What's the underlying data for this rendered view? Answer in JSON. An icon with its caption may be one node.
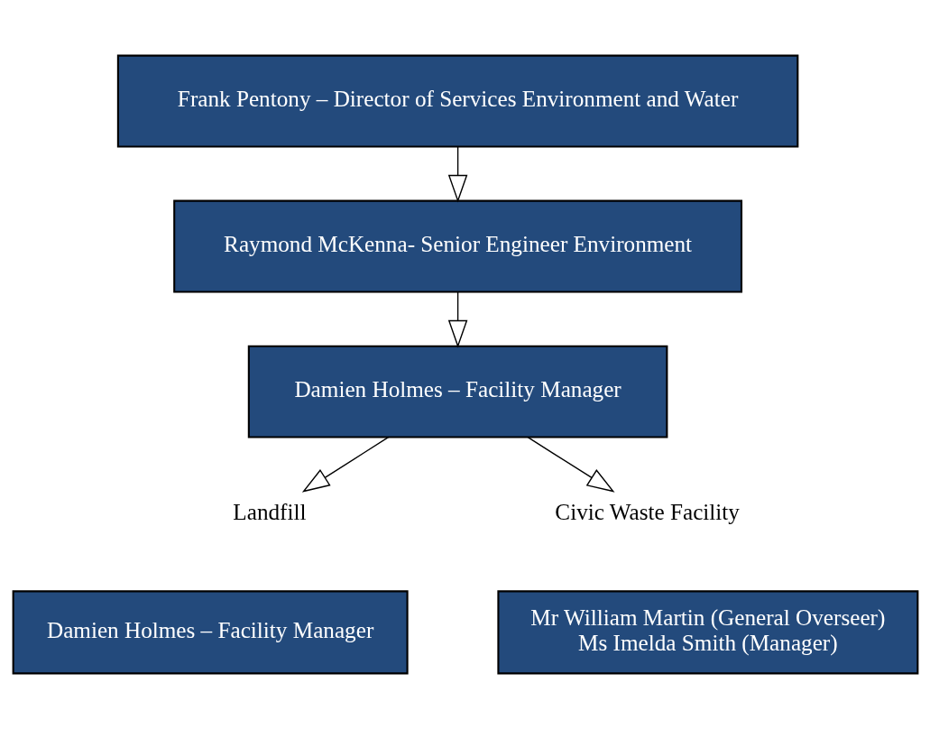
{
  "diagram": {
    "nodes": [
      {
        "text": [
          "Frank Pentony – Director of Services Environment and Water"
        ]
      },
      {
        "text": [
          "Raymond McKenna- Senior Engineer Environment"
        ]
      },
      {
        "text": [
          "Damien Holmes – Facility Manager"
        ]
      },
      {
        "text": [
          "Landfill"
        ]
      },
      {
        "text": [
          "Civic Waste Facility"
        ]
      },
      {
        "text": [
          "Damien Holmes – Facility Manager"
        ]
      },
      {
        "text": [
          "Mr William Martin (General Overseer)",
          "Ms Imelda Smith (Manager)"
        ]
      }
    ],
    "edges": [
      {
        "from": 0,
        "to": 1,
        "arrow": "to"
      },
      {
        "from": 1,
        "to": 2,
        "arrow": "to"
      },
      {
        "from": 2,
        "to": 3,
        "arrow": "to"
      },
      {
        "from": 2,
        "to": 4,
        "arrow": "to"
      }
    ]
  }
}
